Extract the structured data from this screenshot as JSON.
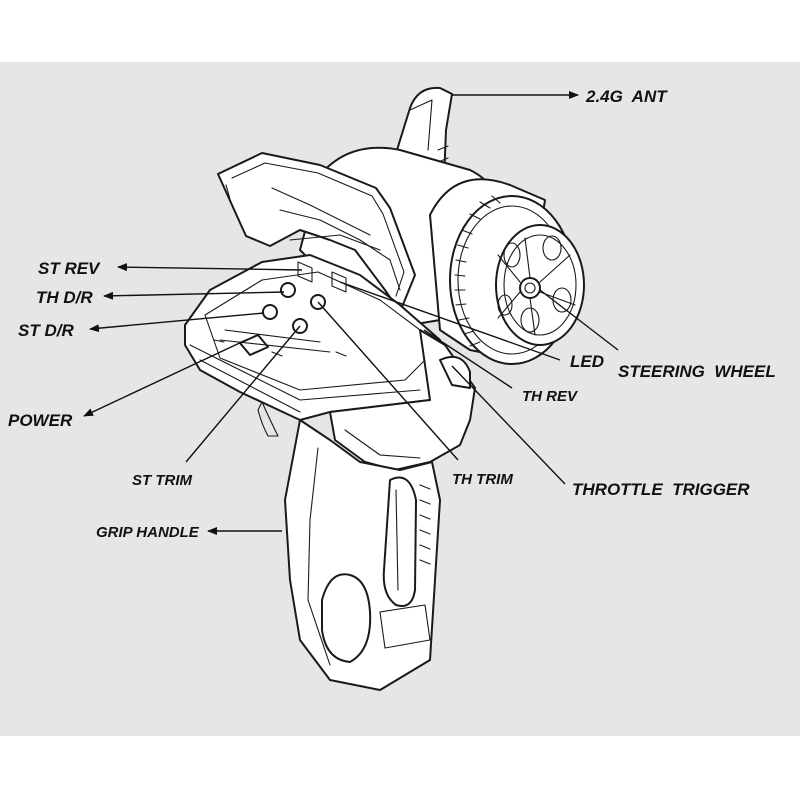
{
  "colors": {
    "background": "#e6e6e6",
    "line": "#1a1a1a",
    "label": "#111111"
  },
  "labels": {
    "antenna": "2.4G  ANT",
    "st_rev": "ST REV",
    "th_dr": "TH D/R",
    "st_dr": "ST D/R",
    "power": "POWER",
    "st_trim": "ST TRIM",
    "th_trim": "TH TRIM",
    "grip_handle": "GRIP HANDLE",
    "led": "LED",
    "steering_wheel": "STEERING  WHEEL",
    "th_rev": "TH REV",
    "throttle_trigger": "THROTTLE  TRIGGER"
  }
}
